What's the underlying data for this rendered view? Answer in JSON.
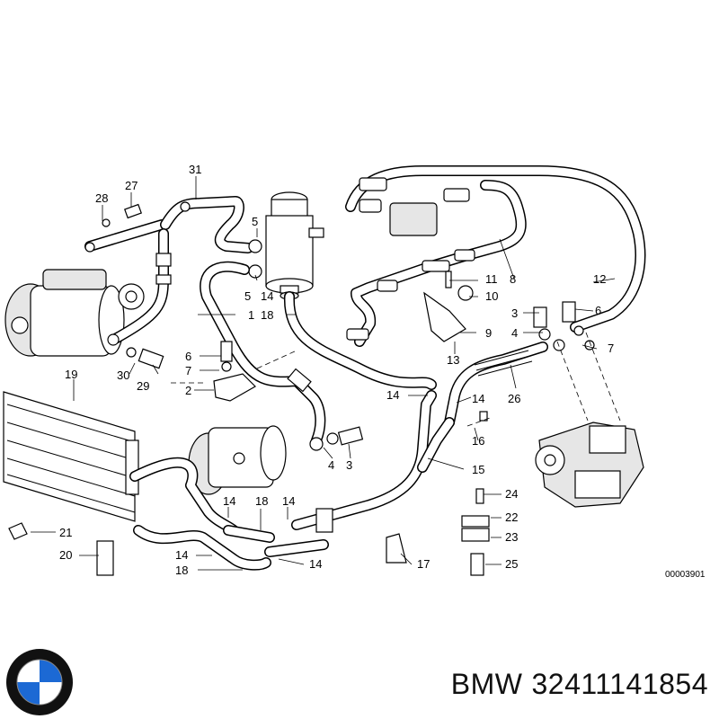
{
  "callouts": {
    "c31": "31",
    "c28": "28",
    "c27": "27",
    "c5a": "5",
    "c5b": "5",
    "c14a": "14",
    "c18a": "18",
    "c1": "1",
    "c30": "30",
    "c29": "29",
    "c6a": "6",
    "c7a": "7",
    "c2": "2",
    "c19": "19",
    "c14b": "14",
    "c14c": "14",
    "c4a": "4",
    "c3a": "3",
    "c8": "8",
    "c11": "11",
    "c10": "10",
    "c9": "9",
    "c13": "13",
    "c12": "12",
    "c3b": "3",
    "c4b": "4",
    "c6b": "6",
    "c7b": "7",
    "c26": "26",
    "c16": "16",
    "c15": "15",
    "c21": "21",
    "c20": "20",
    "c14d": "14",
    "c18b": "18",
    "c14e": "14",
    "c14f": "14",
    "c18c": "18",
    "c14g": "14",
    "c17": "17",
    "c24": "24",
    "c22": "22",
    "c23": "23",
    "c25": "25"
  },
  "diagram_ref": "00003901",
  "footer": {
    "brand": "BMW",
    "part_number": "32411141854"
  },
  "colors": {
    "logo_blue": "#1c69d4",
    "logo_ring": "#111111",
    "line": "#000000"
  }
}
